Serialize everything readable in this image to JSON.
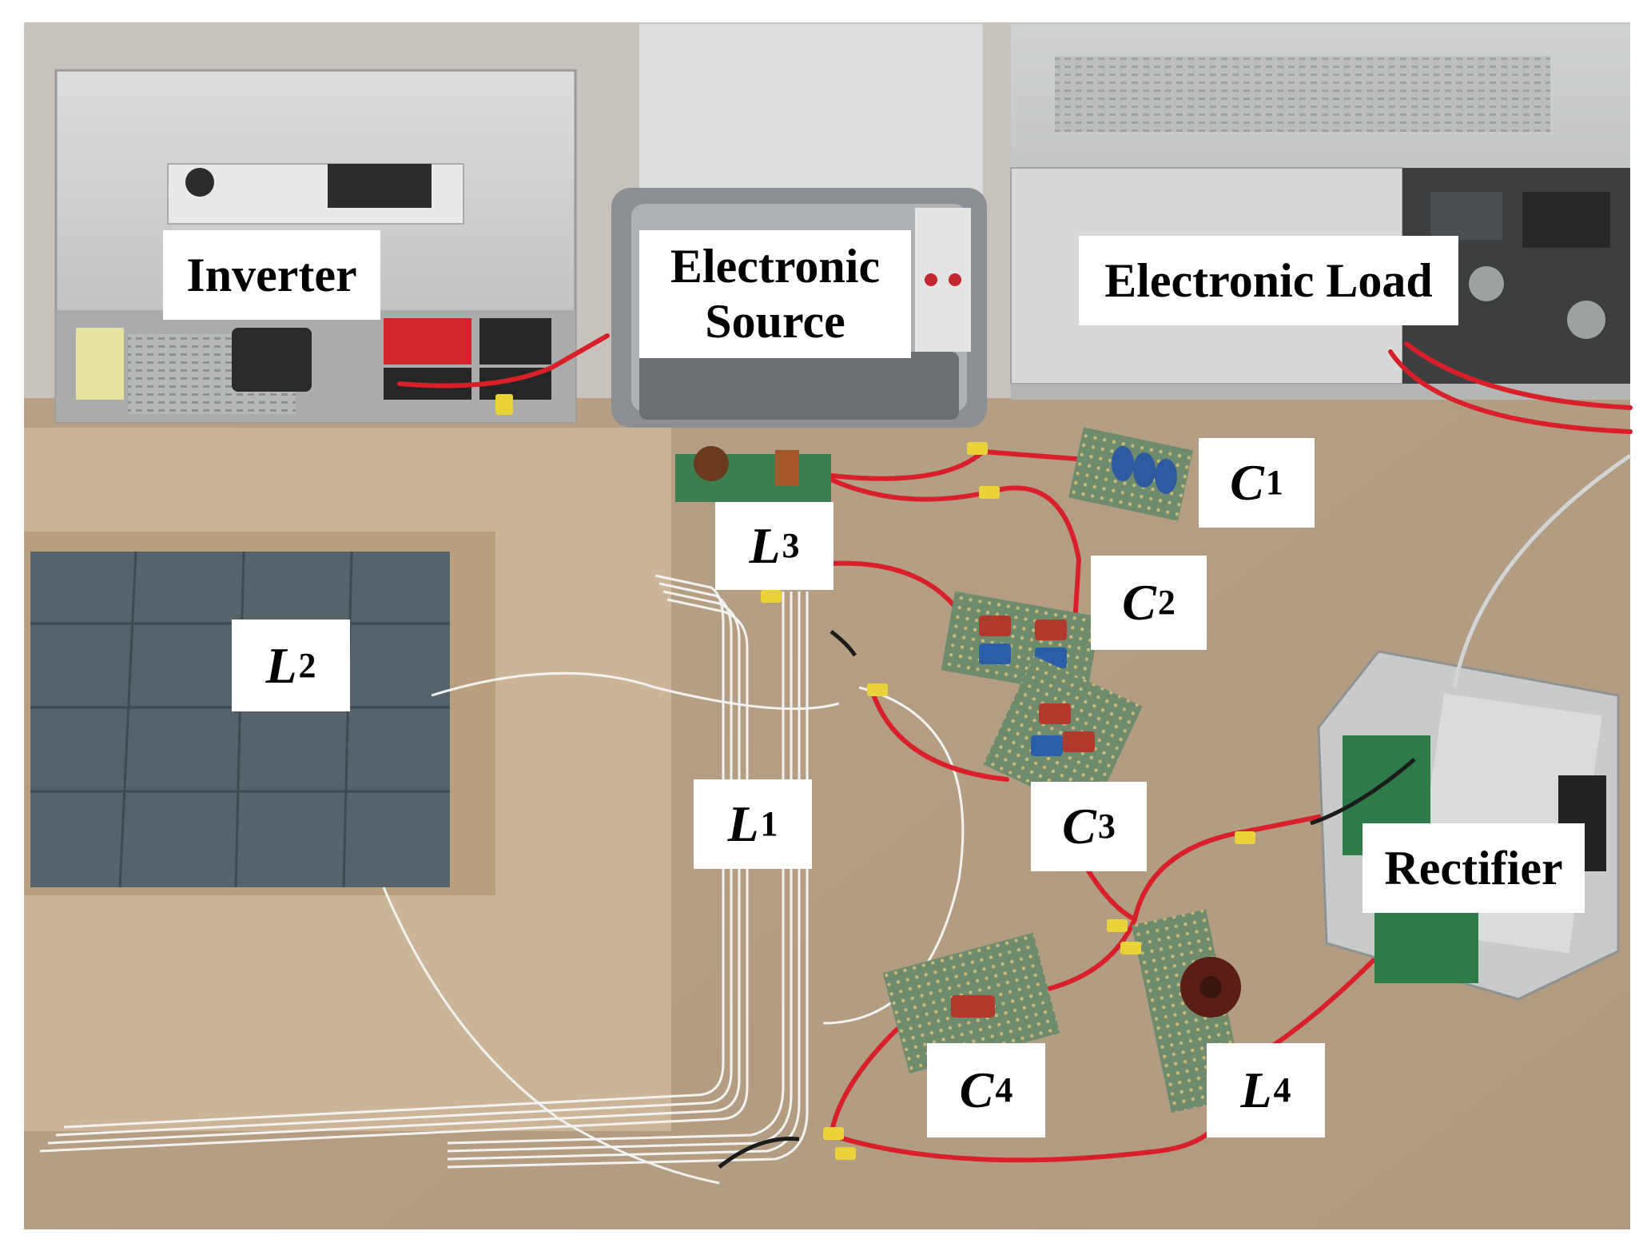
{
  "labels": {
    "inverter": "Inverter",
    "electronic_source_line1": "Electronic",
    "electronic_source_line2": "Source",
    "electronic_load": "Electronic Load",
    "rectifier": "Rectifier",
    "L1": {
      "base": "L",
      "sub": "1"
    },
    "L2": {
      "base": "L",
      "sub": "2"
    },
    "L3": {
      "base": "L",
      "sub": "3"
    },
    "L4": {
      "base": "L",
      "sub": "4"
    },
    "C1": {
      "base": "C",
      "sub": "1"
    },
    "C2": {
      "base": "C",
      "sub": "2"
    },
    "C3": {
      "base": "C",
      "sub": "3"
    },
    "C4": {
      "base": "C",
      "sub": "4"
    }
  },
  "colors": {
    "floor": "#b59e86",
    "board": "#cdb79b",
    "ferrite": "#5c6a6c",
    "wire_red": "#d8202a",
    "coil_white": "#f3f3f3",
    "instrument": "#c9cbcb",
    "pcb_green": "#2f7a4a"
  }
}
